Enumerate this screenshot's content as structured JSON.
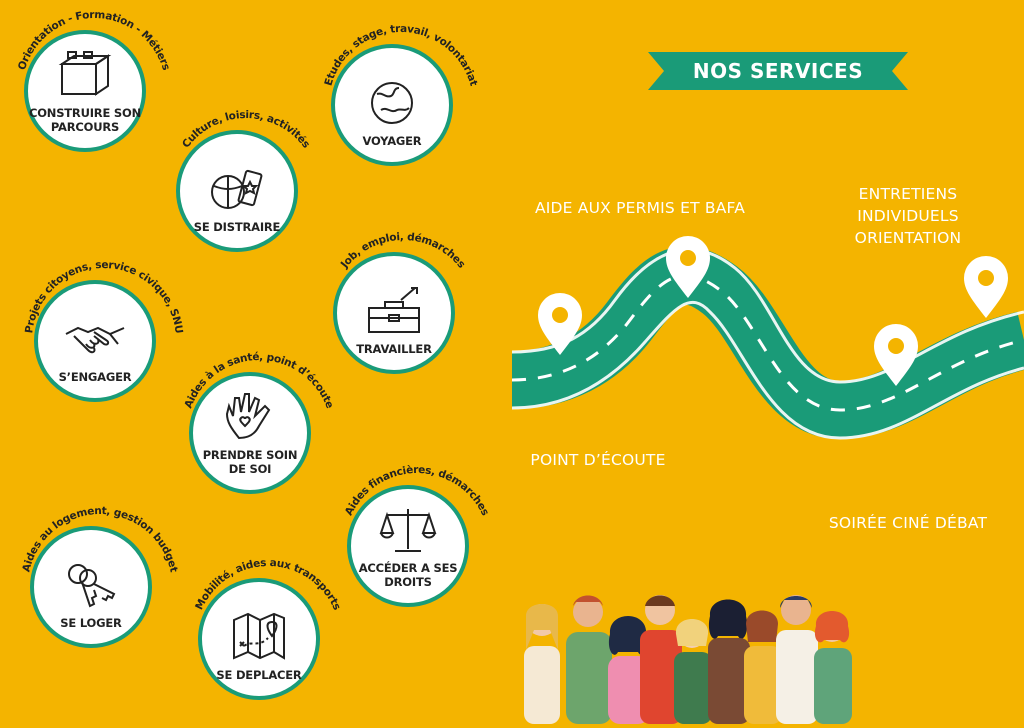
{
  "services": {
    "title": "NOS SERVICES",
    "items": [
      {
        "label": "AIDE AUX PERMIS ET BAFA"
      },
      {
        "label": "ENTRETIENS INDIVIDUELS ORIENTATION"
      },
      {
        "label": "POINT D’ÉCOUTE"
      },
      {
        "label": "SOIRÉE CINÉ DÉBAT"
      }
    ]
  },
  "circles": [
    {
      "label": "CONSTRUIRE SON PARCOURS",
      "caption": "Orientation - Formation - Métiers",
      "icon": "lego-brick-icon"
    },
    {
      "label": "VOYAGER",
      "caption": "Etudes, stage, travail, volontariat",
      "icon": "globe-icon"
    },
    {
      "label": "SE DISTRAIRE",
      "caption": "Culture, loisirs, activités",
      "icon": "ball-ticket-icon"
    },
    {
      "label": "TRAVAILLER",
      "caption": "Job, emploi, démarches",
      "icon": "toolbox-icon"
    },
    {
      "label": "S’ENGAGER",
      "caption": "Projets citoyens, service civique, SNU",
      "icon": "handshake-icon"
    },
    {
      "label": "PRENDRE SOIN DE SOI",
      "caption": "Aides à la santé, point d’écoute",
      "icon": "heart-hand-icon"
    },
    {
      "label": "ACCÉDER A SES DROITS",
      "caption": "Aides financières, démarches",
      "icon": "scales-icon"
    },
    {
      "label": "SE LOGER",
      "caption": "Aides au logement, gestion budget",
      "icon": "keys-icon"
    },
    {
      "label": "SE DEPLACER",
      "caption": "Mobilité, aides aux transports",
      "icon": "map-icon"
    }
  ],
  "colors": {
    "background": "#f4b400",
    "accent": "#1a9b78",
    "text": "#222222"
  }
}
